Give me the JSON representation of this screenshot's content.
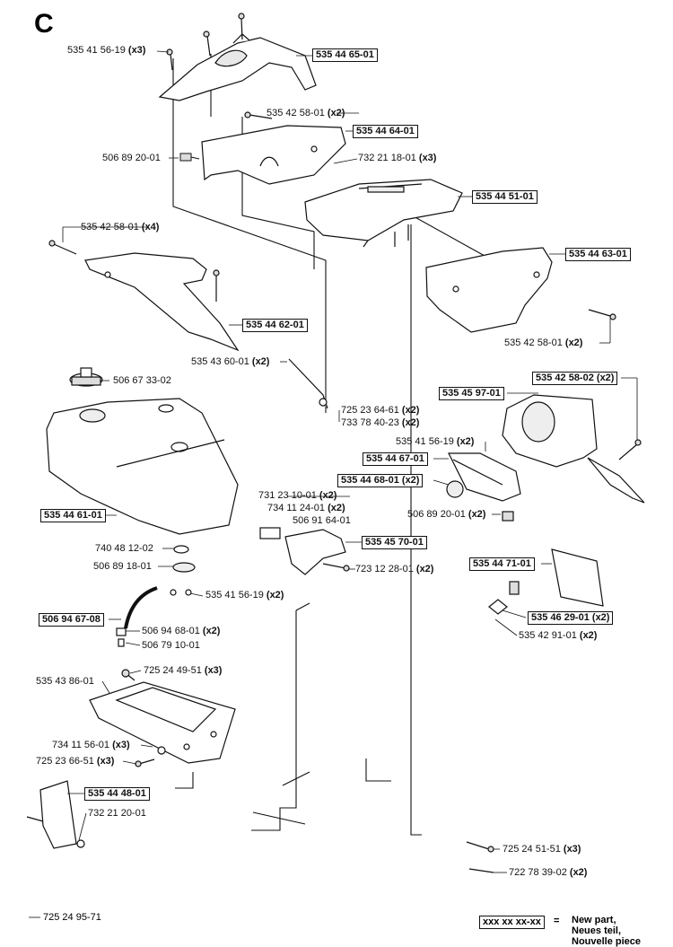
{
  "section": "C",
  "footer_number": "725 24 95-71",
  "legend": {
    "code": "xxx xx xx-xx",
    "eq": "=",
    "lines": [
      "New part,",
      "Neues teil,",
      "Nouvelle piece"
    ]
  },
  "parts": [
    {
      "id": "p1",
      "num": "535 41 56-19",
      "qty": "(x3)",
      "boxed": false
    },
    {
      "id": "p2",
      "num": "535 44 65-01",
      "qty": "",
      "boxed": true
    },
    {
      "id": "p3",
      "num": "535 42 58-01",
      "qty": "(x2)",
      "boxed": false
    },
    {
      "id": "p4",
      "num": "535 44 64-01",
      "qty": "",
      "boxed": true
    },
    {
      "id": "p5",
      "num": "506 89 20-01",
      "qty": "",
      "boxed": false
    },
    {
      "id": "p6",
      "num": "732 21 18-01",
      "qty": "(x3)",
      "boxed": false
    },
    {
      "id": "p7",
      "num": "535 44 51-01",
      "qty": "",
      "boxed": true
    },
    {
      "id": "p8",
      "num": "535 42 58-01",
      "qty": "(x4)",
      "boxed": false
    },
    {
      "id": "p9",
      "num": "535 44 63-01",
      "qty": "",
      "boxed": true
    },
    {
      "id": "p10",
      "num": "535 44 62-01",
      "qty": "",
      "boxed": true
    },
    {
      "id": "p11",
      "num": "535 42 58-01",
      "qty": "(x2)",
      "boxed": false
    },
    {
      "id": "p12",
      "num": "535 43 60-01",
      "qty": "(x2)",
      "boxed": false
    },
    {
      "id": "p13",
      "num": "535 42 58-02",
      "qty": "(x2)",
      "boxed": true
    },
    {
      "id": "p14",
      "num": "506 67 33-02",
      "qty": "",
      "boxed": false
    },
    {
      "id": "p15",
      "num": "535 45 97-01",
      "qty": "",
      "boxed": true
    },
    {
      "id": "p16",
      "num": "725 23 64-61",
      "qty": "(x2)",
      "boxed": false
    },
    {
      "id": "p17",
      "num": "733 78 40-23",
      "qty": "(x2)",
      "boxed": false
    },
    {
      "id": "p18",
      "num": "535 41 56-19",
      "qty": "(x2)",
      "boxed": false
    },
    {
      "id": "p19",
      "num": "535 44 67-01",
      "qty": "",
      "boxed": true
    },
    {
      "id": "p20",
      "num": "535 44 68-01",
      "qty": "(x2)",
      "boxed": true
    },
    {
      "id": "p21",
      "num": "731 23 10-01",
      "qty": "(x2)",
      "boxed": false
    },
    {
      "id": "p22",
      "num": "734 11 24-01",
      "qty": "(x2)",
      "boxed": false
    },
    {
      "id": "p23",
      "num": "506 91 64-01",
      "qty": "",
      "boxed": false
    },
    {
      "id": "p24",
      "num": "535 44 61-01",
      "qty": "",
      "boxed": true
    },
    {
      "id": "p25",
      "num": "506 89 20-01",
      "qty": "(x2)",
      "boxed": false
    },
    {
      "id": "p26",
      "num": "535 45 70-01",
      "qty": "",
      "boxed": true
    },
    {
      "id": "p27",
      "num": "740 48 12-02",
      "qty": "",
      "boxed": false
    },
    {
      "id": "p28",
      "num": "723 12 28-01",
      "qty": "(x2)",
      "boxed": false
    },
    {
      "id": "p29",
      "num": "535 44 71-01",
      "qty": "",
      "boxed": true
    },
    {
      "id": "p30",
      "num": "506 89 18-01",
      "qty": "",
      "boxed": false
    },
    {
      "id": "p31",
      "num": "535 41 56-19",
      "qty": "(x2)",
      "boxed": false
    },
    {
      "id": "p32",
      "num": "506 94 67-08",
      "qty": "",
      "boxed": true
    },
    {
      "id": "p33",
      "num": "535 46 29-01",
      "qty": "(x2)",
      "boxed": true
    },
    {
      "id": "p34",
      "num": "506 94 68-01",
      "qty": "(x2)",
      "boxed": false
    },
    {
      "id": "p35",
      "num": "535 42 91-01",
      "qty": "(x2)",
      "boxed": false
    },
    {
      "id": "p36",
      "num": "506 79 10-01",
      "qty": "",
      "boxed": false
    },
    {
      "id": "p37",
      "num": "725 24 49-51",
      "qty": "(x3)",
      "boxed": false
    },
    {
      "id": "p38",
      "num": "535 43 86-01",
      "qty": "",
      "boxed": false
    },
    {
      "id": "p39",
      "num": "734 11 56-01",
      "qty": "(x3)",
      "boxed": false
    },
    {
      "id": "p40",
      "num": "725 23 66-51",
      "qty": "(x3)",
      "boxed": false
    },
    {
      "id": "p41",
      "num": "535 44 48-01",
      "qty": "",
      "boxed": true
    },
    {
      "id": "p42",
      "num": "732 21 20-01",
      "qty": "",
      "boxed": false
    },
    {
      "id": "p43",
      "num": "725 24 51-51",
      "qty": "(x3)",
      "boxed": false
    },
    {
      "id": "p44",
      "num": "722 78 39-02",
      "qty": "(x2)",
      "boxed": false
    }
  ]
}
